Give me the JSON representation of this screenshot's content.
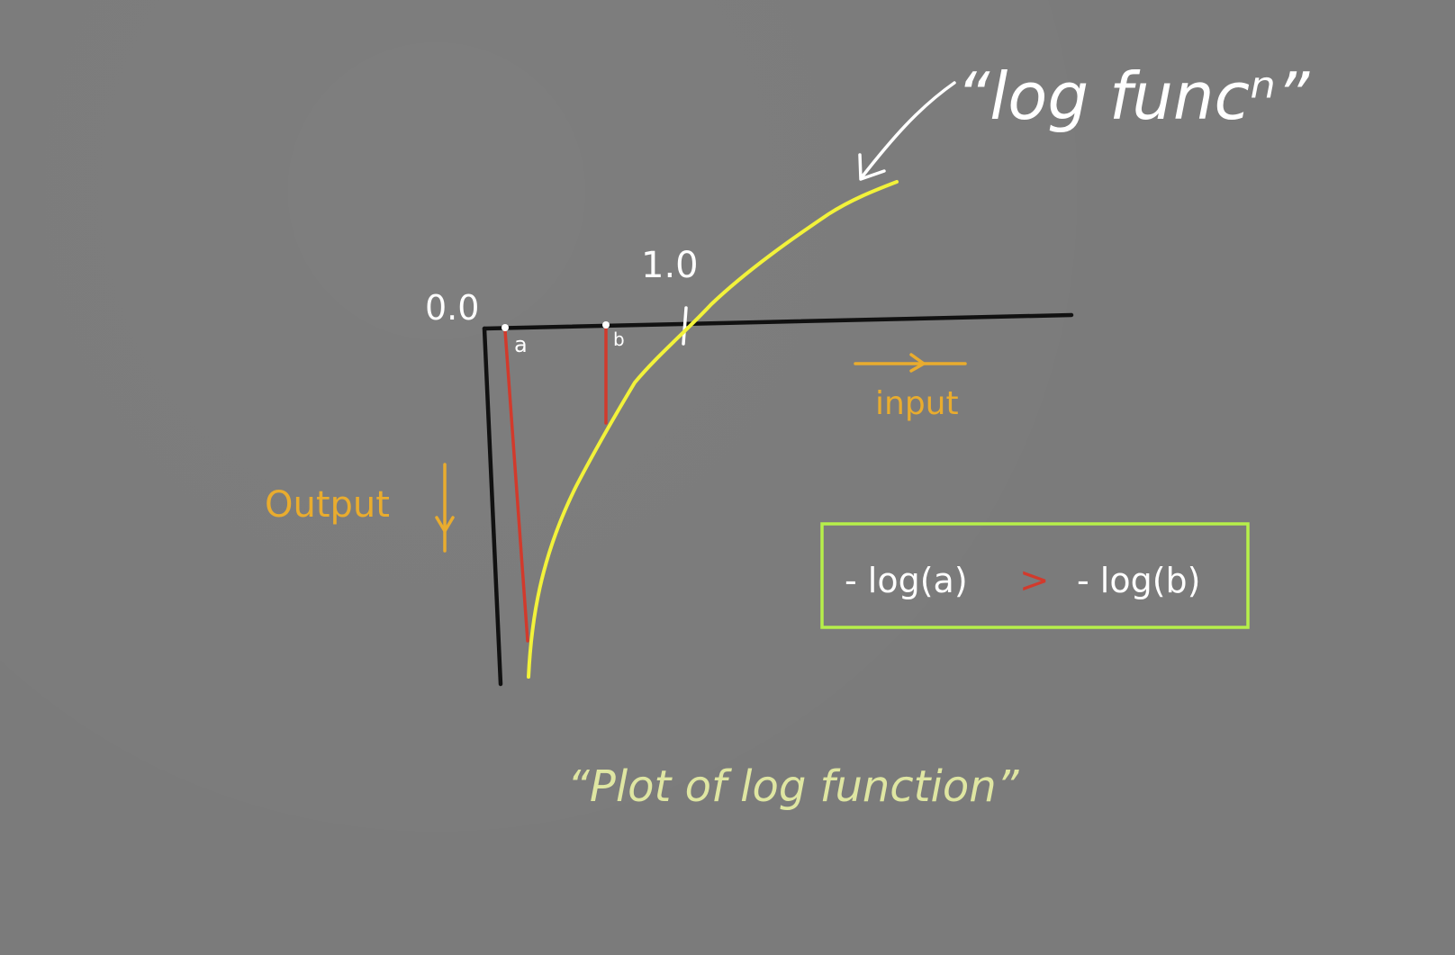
{
  "diagram": {
    "label_zero": "0.0",
    "label_one": "1.0",
    "point_a": "a",
    "point_b": "b",
    "input_label": "input",
    "output_label": "Output",
    "curve_label": "“log funcⁿ”",
    "caption": "“Plot of log function”",
    "inequality": {
      "left": "- log(a)",
      "op": ">",
      "right": "- log(b)"
    }
  },
  "colors": {
    "background": "#7b7b7b",
    "axis": "#111111",
    "curve": "#f2f23a",
    "drop_lines": "#d23a2c",
    "orange_labels": "#e9ac2e",
    "white_text": "#ffffff",
    "box_border": "#b6ef4a",
    "caption": "#dfe6a2"
  },
  "icons": [
    "arrow-right-icon",
    "arrow-down-icon",
    "pointer-arrow-icon"
  ]
}
